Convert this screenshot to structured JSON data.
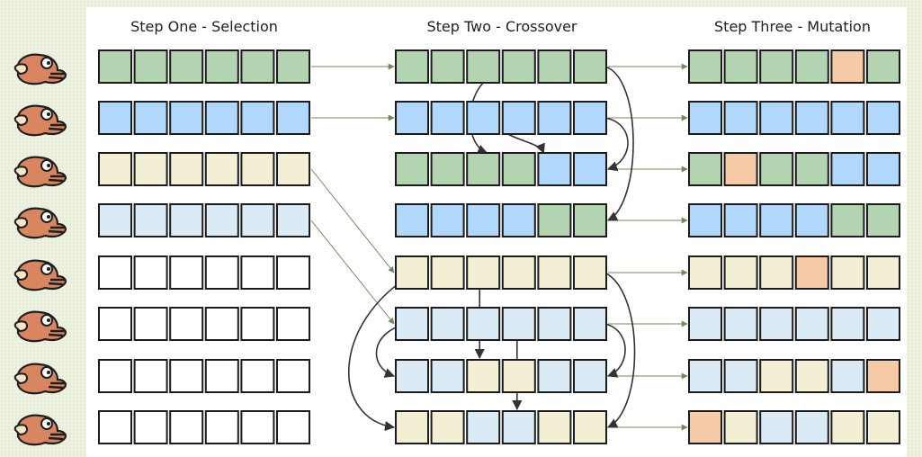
{
  "steps": [
    {
      "id": "selection",
      "title": "Step One - Selection"
    },
    {
      "id": "crossover",
      "title": "Step Two - Crossover"
    },
    {
      "id": "mutation",
      "title": "Step Three - Mutation"
    }
  ],
  "colors": {
    "green": "#b4d3b0",
    "blue": "#b1d8fb",
    "cream": "#f2efd4",
    "pale": "#dbebf6",
    "white": "#ffffff",
    "orange": "#f4cba6",
    "panel": "#ffffff",
    "bird_body": "#d9855f",
    "bird_outline": "#1f1f1f"
  },
  "selection_rows": [
    [
      "green",
      "green",
      "green",
      "green",
      "green",
      "green"
    ],
    [
      "blue",
      "blue",
      "blue",
      "blue",
      "blue",
      "blue"
    ],
    [
      "cream",
      "cream",
      "cream",
      "cream",
      "cream",
      "cream"
    ],
    [
      "pale",
      "pale",
      "pale",
      "pale",
      "pale",
      "pale"
    ],
    [
      "white",
      "white",
      "white",
      "white",
      "white",
      "white"
    ],
    [
      "white",
      "white",
      "white",
      "white",
      "white",
      "white"
    ],
    [
      "white",
      "white",
      "white",
      "white",
      "white",
      "white"
    ],
    [
      "white",
      "white",
      "white",
      "white",
      "white",
      "white"
    ]
  ],
  "crossover_rows": [
    [
      "green",
      "green",
      "green",
      "green",
      "green",
      "green"
    ],
    [
      "blue",
      "blue",
      "blue",
      "blue",
      "blue",
      "blue"
    ],
    [
      "green",
      "green",
      "green",
      "green",
      "blue",
      "blue"
    ],
    [
      "blue",
      "blue",
      "blue",
      "blue",
      "green",
      "green"
    ],
    [
      "cream",
      "cream",
      "cream",
      "cream",
      "cream",
      "cream"
    ],
    [
      "pale",
      "pale",
      "pale",
      "pale",
      "pale",
      "pale"
    ],
    [
      "pale",
      "pale",
      "cream",
      "cream",
      "pale",
      "pale"
    ],
    [
      "cream",
      "cream",
      "pale",
      "pale",
      "cream",
      "cream"
    ]
  ],
  "mutation_rows": [
    [
      "green",
      "green",
      "green",
      "green",
      "orange",
      "green"
    ],
    [
      "blue",
      "blue",
      "blue",
      "blue",
      "blue",
      "blue"
    ],
    [
      "green",
      "orange",
      "green",
      "green",
      "blue",
      "blue"
    ],
    [
      "blue",
      "blue",
      "blue",
      "blue",
      "green",
      "green"
    ],
    [
      "cream",
      "cream",
      "cream",
      "orange",
      "cream",
      "cream"
    ],
    [
      "pale",
      "pale",
      "pale",
      "pale",
      "pale",
      "pale"
    ],
    [
      "pale",
      "pale",
      "cream",
      "cream",
      "pale",
      "orange"
    ],
    [
      "orange",
      "cream",
      "pale",
      "pale",
      "cream",
      "cream"
    ]
  ],
  "birds": [
    {
      "id": "bird-1"
    },
    {
      "id": "bird-2"
    },
    {
      "id": "bird-3"
    },
    {
      "id": "bird-4"
    },
    {
      "id": "bird-5"
    },
    {
      "id": "bird-6"
    },
    {
      "id": "bird-7"
    },
    {
      "id": "bird-8"
    }
  ]
}
